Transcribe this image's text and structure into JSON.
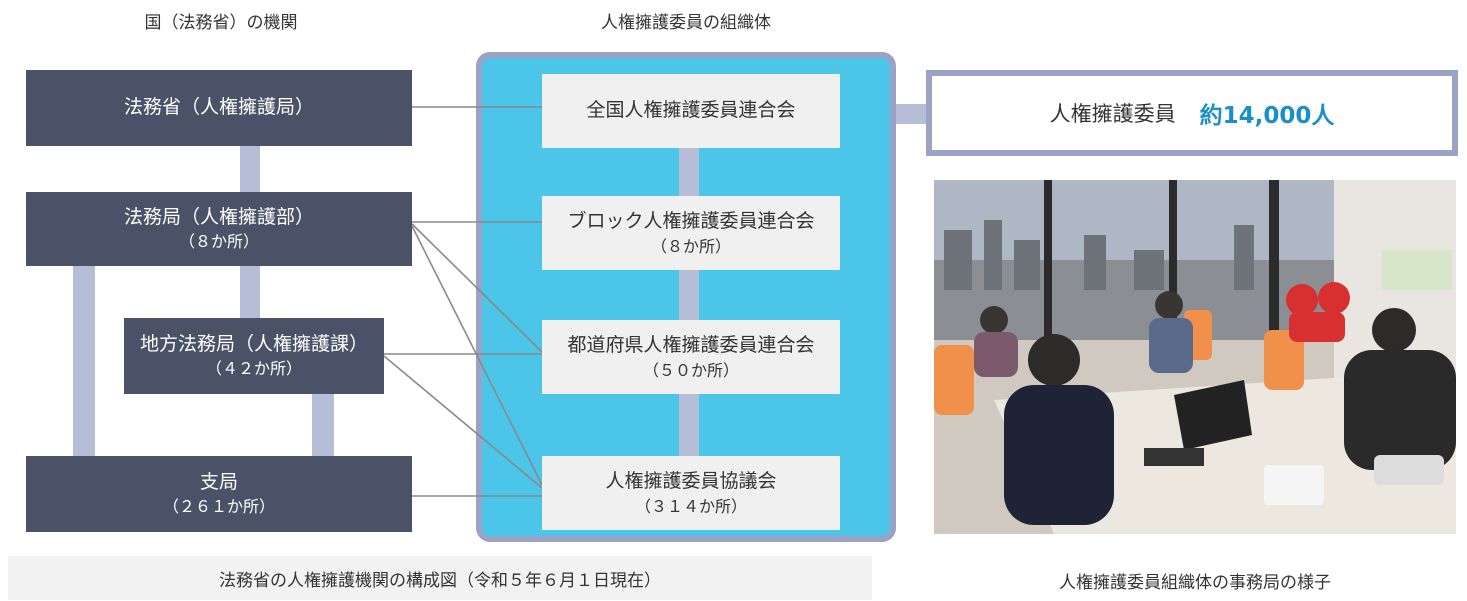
{
  "headings": {
    "government": "国（法務省）の機関",
    "committee": "人権擁護委員の組織体"
  },
  "gov_boxes": [
    {
      "title": "法務省（人権擁護局）",
      "sub": ""
    },
    {
      "title": "法務局（人権擁護部）",
      "sub": "（８か所）"
    },
    {
      "title": "地方法務局（人権擁護課）",
      "sub": "（４２か所）"
    },
    {
      "title": "支局",
      "sub": "（２６１か所）"
    }
  ],
  "committee_boxes": [
    {
      "title": "全国人権擁護委員連合会",
      "sub": ""
    },
    {
      "title": "ブロック人権擁護委員連合会",
      "sub": "（８か所）"
    },
    {
      "title": "都道府県人権擁護委員連合会",
      "sub": "（５０か所）"
    },
    {
      "title": "人権擁護委員協議会",
      "sub": "（３１４か所）"
    }
  ],
  "members": {
    "label": "人権擁護委員",
    "count": "約14,000人"
  },
  "diagram_caption": "法務省の人権擁護機関の構成図（令和５年６月１日現在）",
  "photo_caption": "人権擁護委員組織体の事務局の様子",
  "colors": {
    "navy_box": "#4a5268",
    "connector_bar": "#b6bdd6",
    "committee_bg": "#4bc5e8",
    "frame_border": "#9aa3c5",
    "count_text": "#1a8fc9"
  }
}
